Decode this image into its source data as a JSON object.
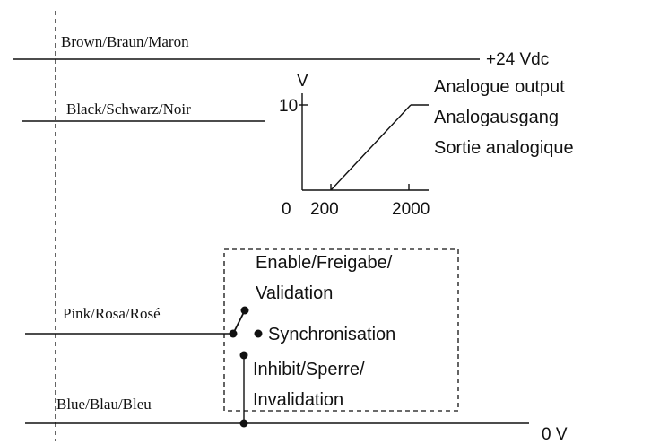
{
  "wires": {
    "brown": "Brown/Braun/Maron",
    "black": "Black/Schwarz/Noir",
    "pink": "Pink/Rosa/Rosé",
    "blue": "Blue/Blau/Bleu"
  },
  "supply": {
    "positive": "+24 Vdc",
    "ground": "0 V"
  },
  "output_label": {
    "line1": "Analogue output",
    "line2": "Analogausgang",
    "line3": "Sortie analogique"
  },
  "graph": {
    "y_unit": "V",
    "y_tick": "10",
    "x_origin": "0",
    "x_tick_1": "200",
    "x_tick_2": "2000"
  },
  "chart_data": {
    "type": "line",
    "x": [
      200,
      2000
    ],
    "y": [
      0,
      10
    ],
    "ylabel": "V",
    "xticks": [
      "0",
      "200",
      "2000"
    ],
    "yticks": [
      "10"
    ]
  },
  "switch": {
    "enable_line1": "Enable/Freigabe/",
    "enable_line2": "Validation",
    "sync": "Synchronisation",
    "inhibit_line1": "Inhibit/Sperre/",
    "inhibit_line2": "Invalidation"
  }
}
